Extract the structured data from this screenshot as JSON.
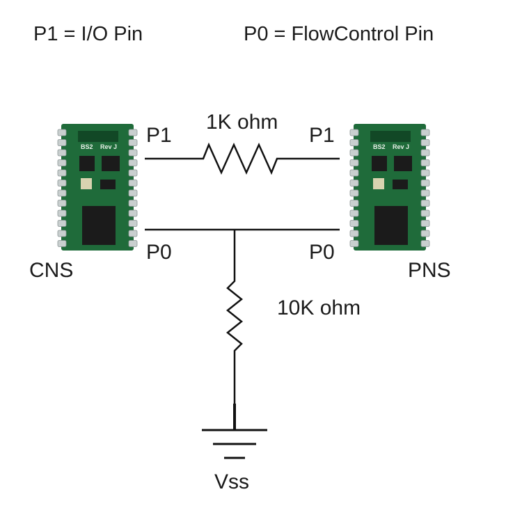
{
  "header": {
    "left_legend": "P1 = I/O Pin",
    "right_legend": "P0 = FlowControl Pin"
  },
  "modules": {
    "left": {
      "name": "CNS",
      "silkscreen_model": "BS2",
      "silkscreen_rev": "Rev J"
    },
    "right": {
      "name": "PNS",
      "silkscreen_model": "BS2",
      "silkscreen_rev": "Rev J"
    }
  },
  "pins": {
    "left_p1": "P1",
    "right_p1": "P1",
    "left_p0": "P0",
    "right_p0": "P0"
  },
  "resistors": {
    "series": "1K ohm",
    "pulldown": "10K ohm"
  },
  "ground": {
    "label": "Vss"
  },
  "colors": {
    "wire": "#111111",
    "pcb": "#1f6b3a",
    "pcb_dark": "#124826",
    "pin_metal": "#c9cfcf",
    "ic_body": "#1b1b1b"
  }
}
